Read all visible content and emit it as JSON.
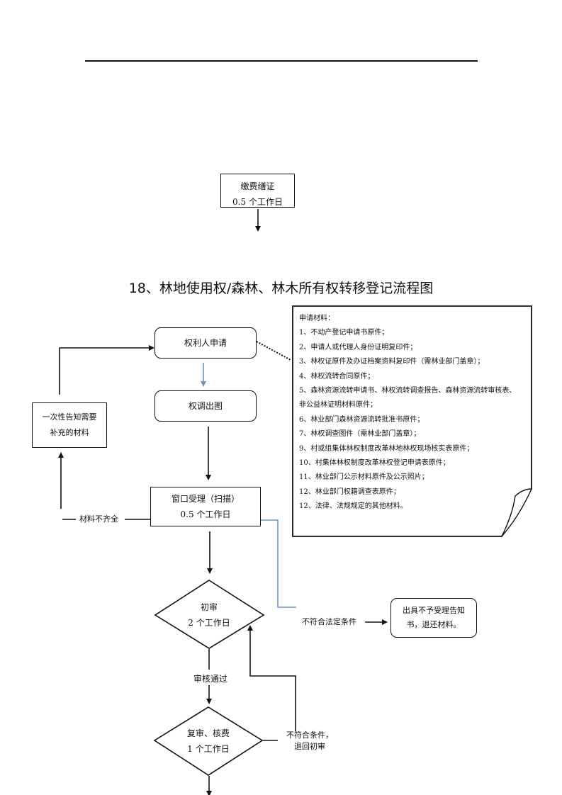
{
  "page": {
    "top_box": {
      "line1": "缴费缮证",
      "line2": "0.5 个工作日"
    },
    "title": "18、林地使用权/森林、林木所有权转移登记流程图"
  },
  "flowchart": {
    "apply": "权利人申请",
    "survey_map": "权调出图",
    "window": {
      "line1": "窗口受理（扫描）",
      "line2": "0.5 个工作日"
    },
    "notify": {
      "line1": "一次性告知需要",
      "line2": "补充的材料"
    },
    "incomplete_label": "材料不齐全",
    "first_review": {
      "line1": "初审",
      "line2": "2 个工作日"
    },
    "not_legal_label": "不符合法定条件",
    "reject_box": {
      "line1": "出具不予受理告知",
      "line2": "书，退还材料。"
    },
    "passed_label": "审核通过",
    "second_review": {
      "line1": "复审、核费",
      "line2": "1 个工作日"
    },
    "return_label": {
      "line1": "不符合条件，",
      "line2": "退回初审"
    }
  },
  "materials": {
    "heading": "申请材料：",
    "items": [
      "1、不动产登记申请书原件；",
      "2、申请人或代理人身份证明复印件；",
      "3、林权证原件及办证档案资料复印件（需林业部门盖章）；",
      "4、林权流转合同原件；",
      "5、森林资源流转申请书、林权流转调查报告、森林资源流转审核表、",
      "非公益林证明材料原件；",
      "6、林业部门森林资源流转批准书原件；",
      "7、林权调查图件（需林业部门盖章）；",
      "9、村或组集体林权制度改革林地林权现场核实表原件；",
      "10、村集体林权制度改革林权登记申请表原件；",
      "11、林业部门公示材料原件及公示照片；",
      "12、林业部门权籍调查表原件；",
      "12、法律、法规规定的其他材料。"
    ]
  },
  "colors": {
    "line": "#111111",
    "blue_connector": "#6f93bd"
  }
}
